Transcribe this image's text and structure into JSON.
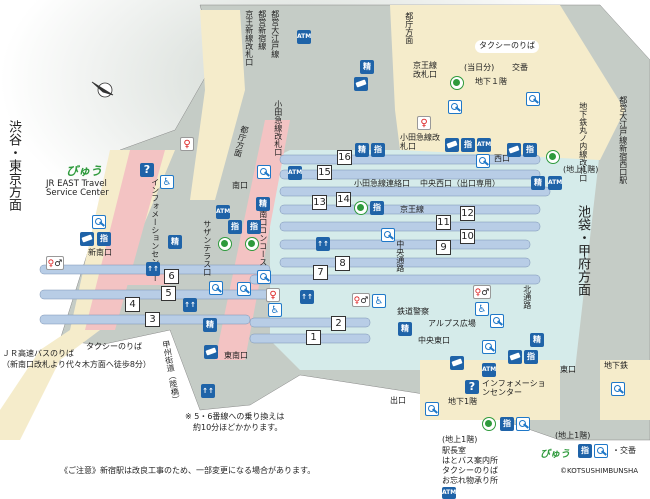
{
  "directions": {
    "shibuya_tokyo": "渋谷・東京方面",
    "ikebukuro_kofu": "池袋・甲府方面",
    "tocho_north": "都庁方面",
    "tocho_south": "都庁方面"
  },
  "platforms": [
    "1",
    "2",
    "3",
    "4",
    "5",
    "6",
    "7",
    "8",
    "9",
    "10",
    "11",
    "12",
    "13",
    "14",
    "15",
    "16"
  ],
  "west": {
    "travel_center_logo": "びゅう",
    "travel_center": "JR EAST Travel Service Center",
    "info_center": "インフォメーションセンター",
    "shin_minami": "新南口",
    "southern_terrace": "サザンテラス口",
    "minami": "南口",
    "minami_concourse": "南口コンコース",
    "higashi_minami": "東南口",
    "koshu_kaido": "甲州街道（陸橋）",
    "taxi": "タクシーのりば",
    "highway_bus": "ＪＲ高速バスのりば",
    "highway_bus_note": "（新南口改札より代々木方面へ徒歩8分）"
  },
  "north": {
    "odakyu_gate_upper": "小田急線改札口",
    "keio_new_gate": "京王新線改札口",
    "toei_shinjuku": "都営新宿線",
    "toei_oedo": "都営大江戸線",
    "odakyu_transfer": "小田急線連絡口",
    "chuo_nishi": "中央西口（出口専用）",
    "keio_line": "京王線",
    "chuo_tsuro": "中央通路",
    "kita_tsuro": "北通路",
    "railway_police": "鉄道警察",
    "alps": "アルプス広場",
    "chuo_higashi": "中央東口",
    "higashi": "東口"
  },
  "west_exit": {
    "taxi": "タクシーのりば",
    "same_day": "(当日分)",
    "koban": "交番",
    "b1": "地下１階",
    "keio_gate": "京王線改札口",
    "odakyu_gate": "小田急線改札口",
    "nishi": "西口",
    "marunouchi": "地下鉄丸ノ内線改札口",
    "oedo_station": "都営大江戸線新宿西口駅",
    "ground": "(地上1階)"
  },
  "east_exit": {
    "info_center": "インフォメーションセンター",
    "b1": "地下1階",
    "exit": "出口",
    "subway": "地下鉄",
    "ground1": "(地上1階)",
    "facilities": [
      "駅長室",
      "はとバス案内所",
      "タクシーのりば",
      "お忘れ物承り所"
    ],
    "ground2": "(地上1階)",
    "view_logo": "びゅう",
    "koban": "・交番"
  },
  "icons": {
    "seisan": "精",
    "shitei": "指",
    "atm": "ATM",
    "info": "?",
    "elev": "↑↑",
    "wc_f": "♀",
    "wc_m": "♂",
    "wheel": "♿"
  },
  "notes": {
    "transfer": "※ 5・6番線への乗り換えは",
    "transfer2": "約10分ほどかかります。",
    "caution": "《ご注意》新宿駅は改良工事のため、一部変更になる場合があります。",
    "copyright": "©KOTSUSHIMBUNSHA"
  },
  "colors": {
    "platform": "#b8cde6",
    "concourse": "#f3c3c3",
    "passage": "#f5eccb",
    "building": "#c5ccc6",
    "icon_blue": "#1f63a8"
  }
}
